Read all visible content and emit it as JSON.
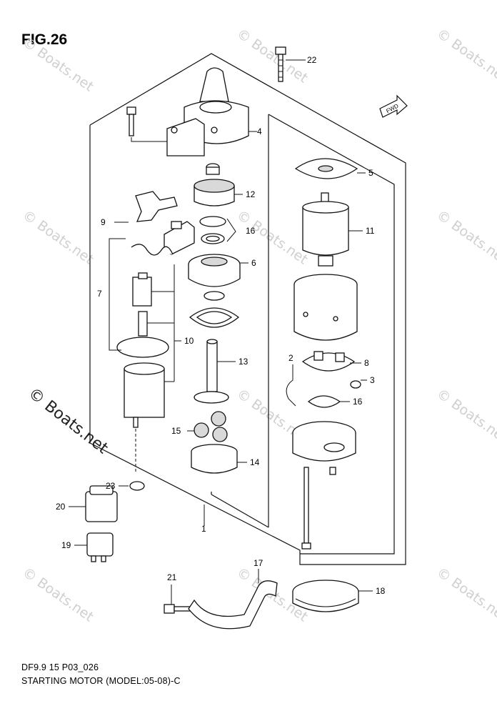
{
  "figure": {
    "title": "FIG.26",
    "code": "DF9.9 15 P03_026",
    "caption": "STARTING MOTOR (MODEL:05-08)-C"
  },
  "watermark": {
    "small": "© Boats.net",
    "large": "© Boats.net"
  },
  "fwd_label": "FWD",
  "callouts": [
    "1",
    "2",
    "3",
    "4",
    "5",
    "6",
    "7",
    "8",
    "9",
    "10",
    "11",
    "12",
    "13",
    "14",
    "15",
    "16",
    "16",
    "17",
    "18",
    "19",
    "20",
    "21",
    "22",
    "23"
  ]
}
